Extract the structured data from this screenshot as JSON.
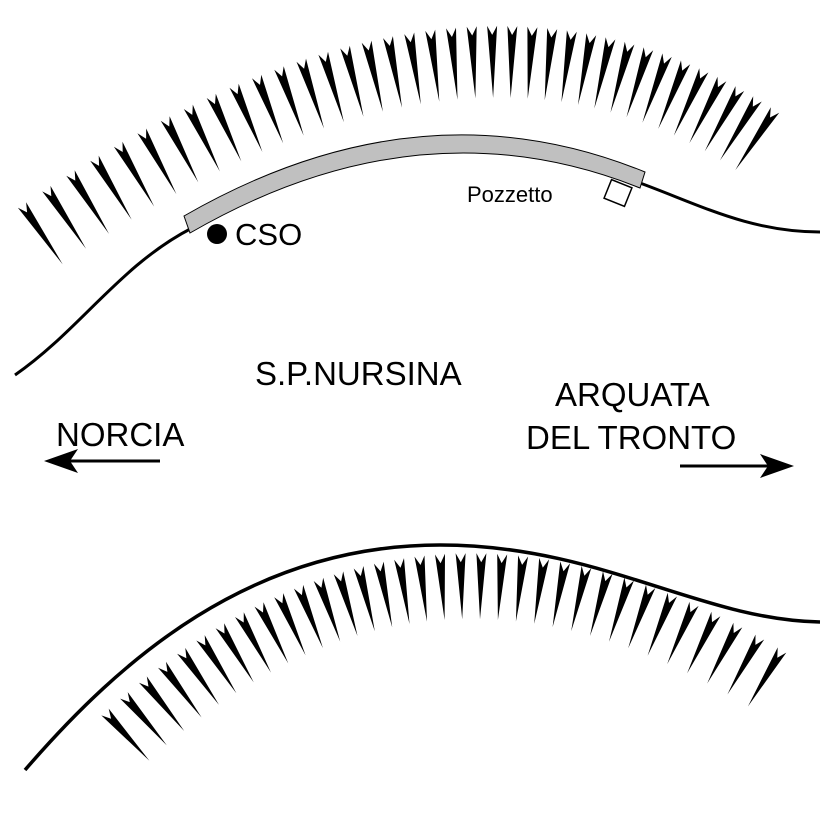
{
  "labels": {
    "cso": "CSO",
    "pozzetto": "Pozzetto",
    "road_name": "S.P.NURSINA",
    "west_destination": "NORCIA",
    "east_destination_line1": "ARQUATA",
    "east_destination_line2": "DEL TRONTO"
  },
  "colors": {
    "ink": "#000000",
    "pipe_fill": "#c0c0c0",
    "background": "#ffffff"
  }
}
